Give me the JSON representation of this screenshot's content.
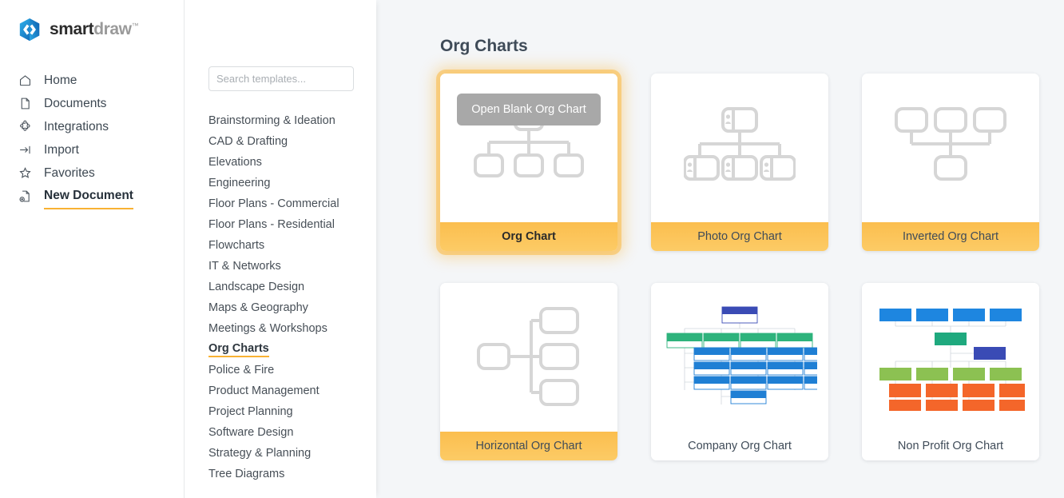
{
  "brand": {
    "smart": "smart",
    "draw": "draw",
    "tm": "™"
  },
  "sidebar": {
    "items": [
      {
        "label": "Home",
        "icon": "home-icon",
        "active": false
      },
      {
        "label": "Documents",
        "icon": "document-icon",
        "active": false
      },
      {
        "label": "Integrations",
        "icon": "puzzle-icon",
        "active": false
      },
      {
        "label": "Import",
        "icon": "import-arrow-icon",
        "active": false
      },
      {
        "label": "Favorites",
        "icon": "star-icon",
        "active": false
      },
      {
        "label": "New Document",
        "icon": "document-plus-icon",
        "active": true
      }
    ]
  },
  "search": {
    "placeholder": "Search templates...",
    "value": "",
    "icon": "search-icon"
  },
  "categories": [
    {
      "label": "Brainstorming & Ideation",
      "active": false
    },
    {
      "label": "CAD & Drafting",
      "active": false
    },
    {
      "label": "Elevations",
      "active": false
    },
    {
      "label": "Engineering",
      "active": false
    },
    {
      "label": "Floor Plans - Commercial",
      "active": false
    },
    {
      "label": "Floor Plans - Residential",
      "active": false
    },
    {
      "label": "Flowcharts",
      "active": false
    },
    {
      "label": "IT & Networks",
      "active": false
    },
    {
      "label": "Landscape Design",
      "active": false
    },
    {
      "label": "Maps & Geography",
      "active": false
    },
    {
      "label": "Meetings & Workshops",
      "active": false
    },
    {
      "label": "Org Charts",
      "active": true
    },
    {
      "label": "Police & Fire",
      "active": false
    },
    {
      "label": "Product Management",
      "active": false
    },
    {
      "label": "Project Planning",
      "active": false
    },
    {
      "label": "Software Design",
      "active": false
    },
    {
      "label": "Strategy & Planning",
      "active": false
    },
    {
      "label": "Tree Diagrams",
      "active": false
    }
  ],
  "main": {
    "title": "Org Charts",
    "blank_button_label": "Open Blank Org Chart",
    "cards": [
      {
        "label": "Org Chart",
        "thumb": "org-chart",
        "selected": true,
        "label_highlight": true
      },
      {
        "label": "Photo Org Chart",
        "thumb": "photo-org-chart",
        "selected": false,
        "label_highlight": true
      },
      {
        "label": "Inverted Org Chart",
        "thumb": "inverted-org-chart",
        "selected": false,
        "label_highlight": true
      },
      {
        "label": "Horizontal Org Chart",
        "thumb": "horizontal-org-chart",
        "selected": false,
        "label_highlight": true
      },
      {
        "label": "Company Org Chart",
        "thumb": "company-org-chart",
        "selected": false,
        "label_highlight": false
      },
      {
        "label": "Non Profit Org Chart",
        "thumb": "nonprofit-org-chart",
        "selected": false,
        "label_highlight": false
      }
    ]
  },
  "colors": {
    "accent_orange": "#f9b233",
    "label_orange": "#fbbe4e",
    "wireframe_gray": "#d6d6d6",
    "blank_button_gray": "#a8a8a8",
    "main_background": "#f4f6f8",
    "logo_blue_dark": "#0a5fb0",
    "logo_blue_light": "#29a8e0",
    "company_root_blue": "#3a4bb5",
    "company_level2_green": "#2eb37c",
    "company_leaf_blue": "#1f7fd4",
    "nonprofit_board_blue": "#1e86e0",
    "nonprofit_exec_green": "#1fa97e",
    "nonprofit_assistant_blue": "#3a4bb5",
    "nonprofit_director_green": "#8cc152",
    "nonprofit_staff_orange": "#f4662a"
  }
}
